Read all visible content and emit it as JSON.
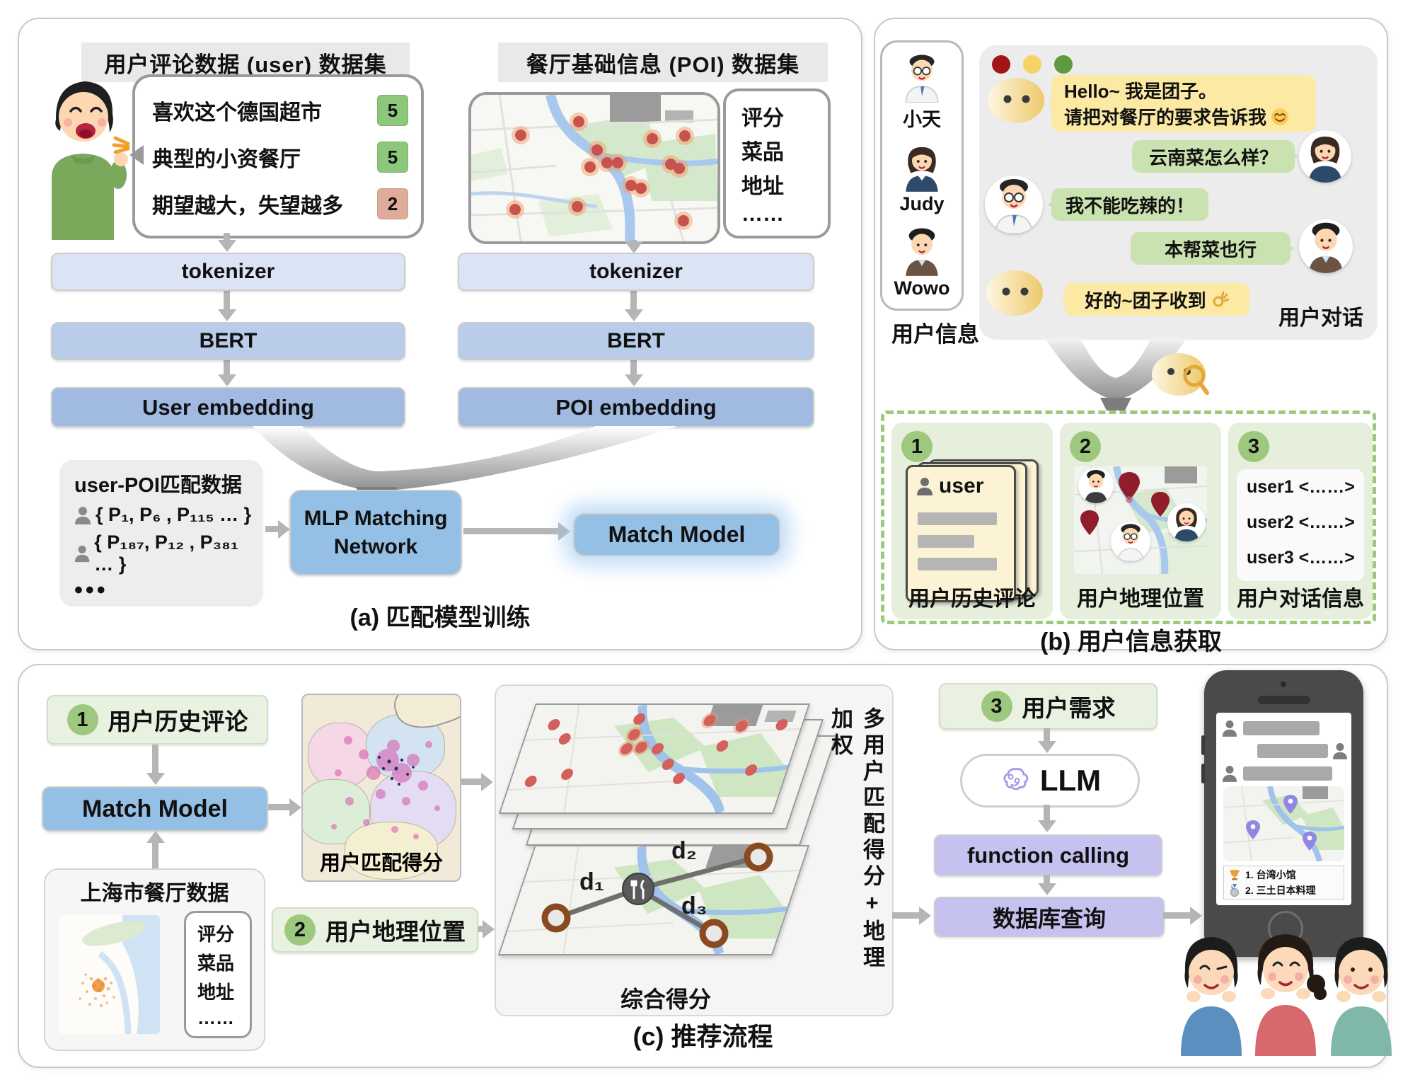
{
  "colors": {
    "accent_blue": "#95c0e6",
    "accent_purple": "#c6c2f0",
    "accent_green": "#9dc87e",
    "bot_bubble_yellow": "#fce9a4",
    "user_bubble_green": "#c9e2af",
    "score_green": "#8cc77b",
    "score_red": "#e0ac9a"
  },
  "panel_a": {
    "caption": "(a) 匹配模型训练",
    "user_header": "用户评论数据 (user) 数据集",
    "poi_header": "餐厅基础信息 (POI) 数据集",
    "reviews": [
      {
        "text": "喜欢这个德国超市",
        "score": "5"
      },
      {
        "text": "典型的小资餐厅",
        "score": "5"
      },
      {
        "text": "期望越大，失望越多",
        "score": "2"
      }
    ],
    "tokenizer": "tokenizer",
    "bert": "BERT",
    "user_embedding": "User embedding",
    "poi_embedding": "POI embedding",
    "poi_info": {
      "l1": "评分",
      "l2": "菜品",
      "l3": "地址",
      "l4": "……"
    },
    "match_data": {
      "title": "user-POI匹配数据",
      "row1": "{ P₁,  P₆ , P₁₁₅ … }",
      "row2": "{ P₁₈₇,  P₁₂ , P₃₈₁ … }",
      "more": "•••"
    },
    "mlp": {
      "line1": "MLP Matching",
      "line2": "Network"
    },
    "match_model": "Match Model"
  },
  "panel_b": {
    "caption": "(b) 用户信息获取",
    "user_info_label": "用户信息",
    "chat_label": "用户对话",
    "users": [
      {
        "name": "小天"
      },
      {
        "name": "Judy"
      },
      {
        "name": "Wowo"
      }
    ],
    "chat": {
      "bot1_line1": "Hello~ 我是团子。",
      "bot1_line2": "请把对餐厅的要求告诉我",
      "user1": "云南菜怎么样？",
      "user2": "我不能吃辣的！",
      "user3": "本帮菜也行",
      "bot2": "好的~团子收到"
    },
    "cards": [
      {
        "num": "1",
        "label": "用户历史评论",
        "file_title": "user"
      },
      {
        "num": "2",
        "label": "用户地理位置"
      },
      {
        "num": "3",
        "label": "用户对话信息",
        "line1": "user1 <……>",
        "line2": "user2 <……>",
        "line3": "user3 <……>"
      }
    ]
  },
  "panel_c": {
    "caption": "(c) 推荐流程",
    "step1": {
      "num": "1",
      "label": "用户历史评论"
    },
    "match_model": "Match Model",
    "shanghai": {
      "title": "上海市餐厅数据",
      "info": {
        "l1": "评分",
        "l2": "菜品",
        "l3": "地址",
        "l4": "……"
      }
    },
    "heatmap_label": "用户匹配得分",
    "step2": {
      "num": "2",
      "label": "用户地理位置"
    },
    "combined_label": "综合得分",
    "side_label": "多用户匹配得分+地理加权",
    "distances": {
      "d1": "d₁",
      "d2": "d₂",
      "d3": "d₃"
    },
    "step3": {
      "num": "3",
      "label": "用户需求"
    },
    "llm_label": "LLM",
    "function_calling": "function calling",
    "db_query": "数据库查询",
    "phone": {
      "results": [
        {
          "text": "1. 台湾小馆"
        },
        {
          "text": "2. 三土日本料理"
        }
      ]
    }
  }
}
